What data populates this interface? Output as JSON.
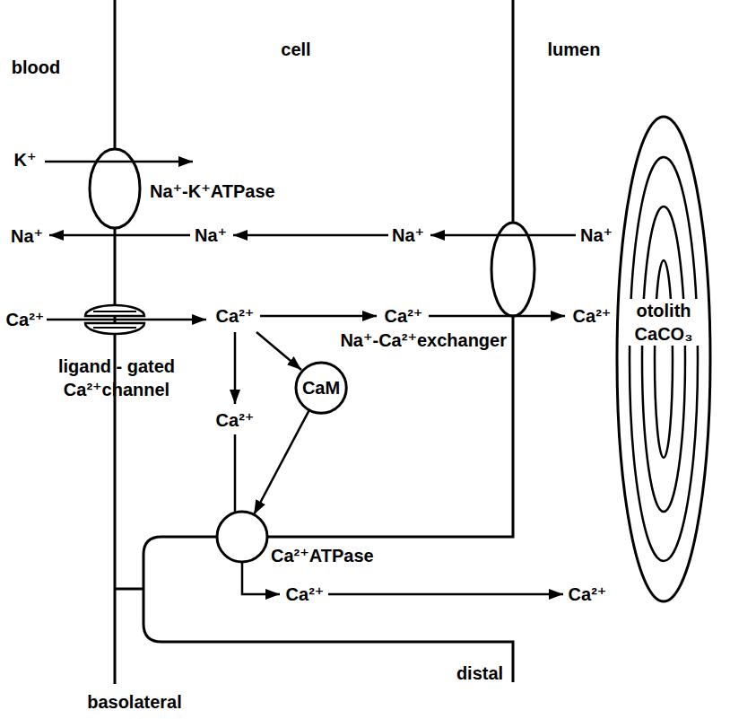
{
  "diagram": {
    "nodes": [
      {
        "text": [
          "Na⁺-K⁺ATPase"
        ]
      },
      {
        "text": [
          "ligand - gated Ca²⁺channel"
        ]
      },
      {
        "text": [
          "Na⁺-Ca²⁺exchanger"
        ]
      },
      {
        "text": [
          "CaM"
        ]
      },
      {
        "text": [
          "Ca²⁺ATPase"
        ]
      },
      {
        "text": [
          "otolith CaCO₃"
        ]
      }
    ],
    "edges": [
      {
        "from": 3,
        "to": 4,
        "arrow": "to"
      }
    ],
    "labels": [
      "blood",
      "cell",
      "lumen",
      "K⁺",
      "Na⁺",
      "Na⁺",
      "Na⁺",
      "Na⁺",
      "Ca²⁺",
      "Ca²⁺",
      "Ca²⁺",
      "Ca²⁺",
      "Ca²⁺",
      "Ca²⁺",
      "Ca²⁺",
      "basolateral",
      "distal"
    ]
  }
}
